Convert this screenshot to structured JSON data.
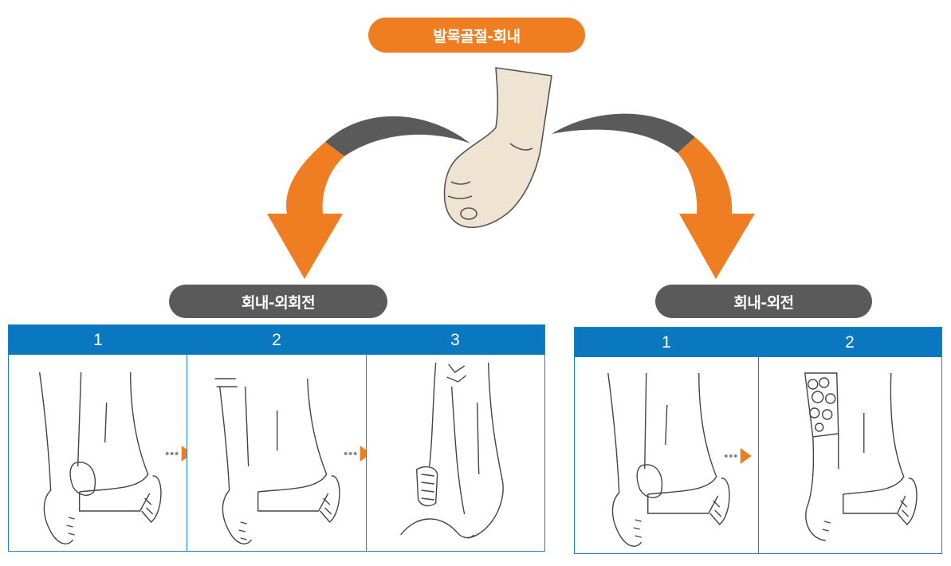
{
  "title": "발목골절-회내",
  "branches": {
    "left": {
      "label": "회내-외회전",
      "steps": [
        "1",
        "2",
        "3"
      ]
    },
    "right": {
      "label": "회내-외전",
      "steps": [
        "1",
        "2"
      ]
    }
  },
  "colors": {
    "accent_orange": "#ef7d22",
    "dark_gray": "#5a5a5a",
    "panel_blue": "#0a78c0",
    "skin": "#efe4d2"
  },
  "icons": [
    "foot-illustration",
    "curved-arrow-left",
    "curved-arrow-right",
    "step-arrow"
  ]
}
